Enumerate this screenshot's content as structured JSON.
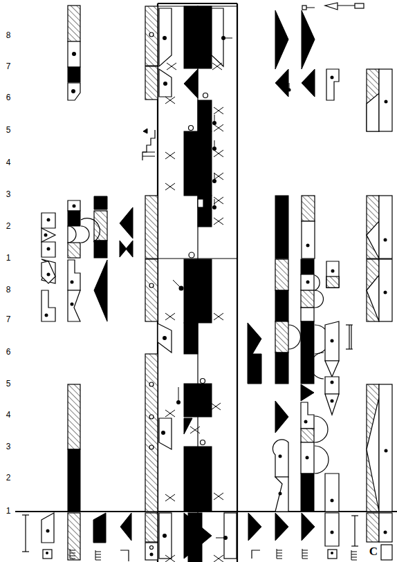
{
  "diagram": {
    "labels": [
      "8",
      "7",
      "6",
      "5",
      "4",
      "3",
      "2",
      "1",
      "8",
      "7",
      "6",
      "5",
      "4",
      "3",
      "2",
      "1",
      "C"
    ]
  }
}
